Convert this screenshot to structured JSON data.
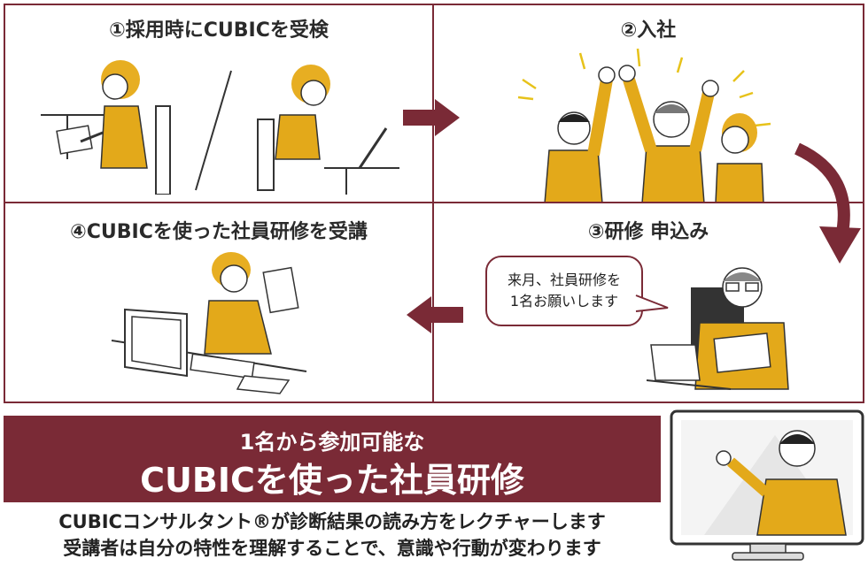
{
  "panels": [
    {
      "title": "①採用時にCUBICを受検"
    },
    {
      "title": "②入社"
    },
    {
      "title": "③研修 申込み"
    },
    {
      "title": "④CUBICを使った社員研修を受講"
    }
  ],
  "speech_bubble": {
    "line1": "来月、社員研修を",
    "line2": "1名お願いします"
  },
  "banner": {
    "line1": "1名から参加可能な",
    "line2": "CUBICを使った社員研修"
  },
  "caption": {
    "line1": "CUBICコンサルタント®が診断結果の読み方をレクチャーします",
    "line2": "受講者は自分の特性を理解することで、意識や行動が変わります"
  },
  "colors": {
    "accent": "#7a2a36",
    "suit": "#e3a91a",
    "hair": "#e7ae22"
  },
  "icons": [
    "right-arrow-icon",
    "curved-arrow-icon",
    "left-arrow-icon",
    "monitor-icon"
  ]
}
